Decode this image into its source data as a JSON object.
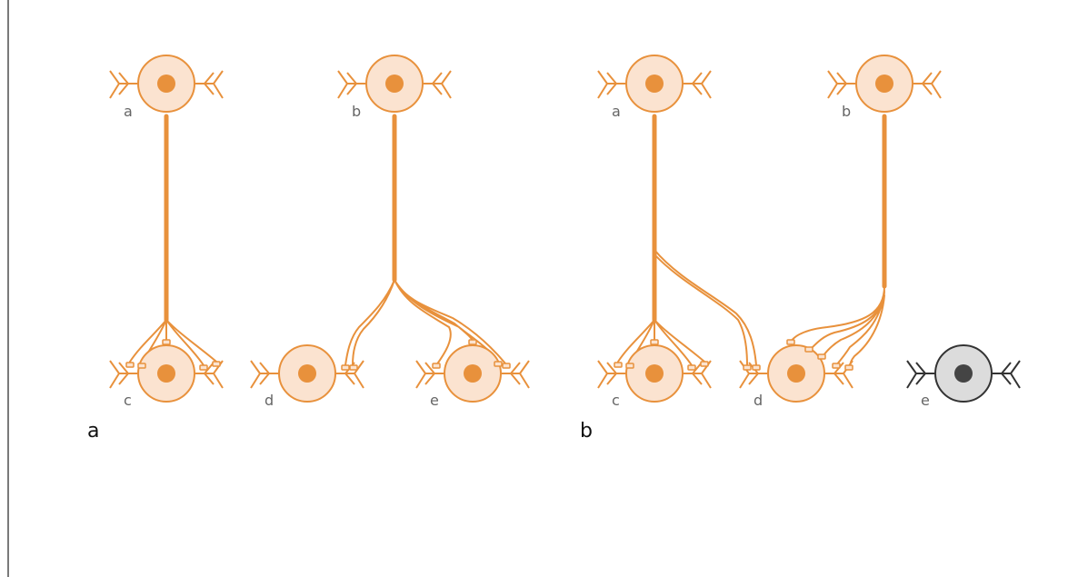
{
  "colors": {
    "axon": "#e8913c",
    "soma_fill": "#fbe3d0",
    "soma_stroke": "#e8913c",
    "nucleus": "#e8913c",
    "inactive_soma_fill": "#dcdcdc",
    "inactive_stroke": "#333333",
    "inactive_nucleus": "#444444",
    "label_text": "#666666",
    "panel_label_text": "#111111",
    "divider": "#7a7a7a"
  },
  "panels": [
    {
      "label": "a",
      "cells": [
        {
          "label": "a",
          "role": "presynaptic",
          "active": true
        },
        {
          "label": "b",
          "role": "presynaptic",
          "active": true
        },
        {
          "label": "c",
          "role": "postsynaptic",
          "active": true
        },
        {
          "label": "d",
          "role": "postsynaptic",
          "active": true
        },
        {
          "label": "e",
          "role": "postsynaptic",
          "active": true
        }
      ]
    },
    {
      "label": "b",
      "cells": [
        {
          "label": "a",
          "role": "presynaptic",
          "active": true
        },
        {
          "label": "b",
          "role": "presynaptic",
          "active": true
        },
        {
          "label": "c",
          "role": "postsynaptic",
          "active": true
        },
        {
          "label": "d",
          "role": "postsynaptic",
          "active": true
        },
        {
          "label": "e",
          "role": "postsynaptic",
          "active": false
        }
      ]
    }
  ]
}
